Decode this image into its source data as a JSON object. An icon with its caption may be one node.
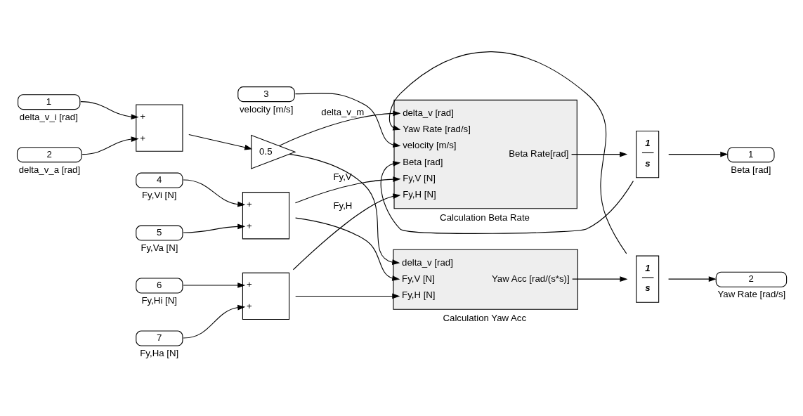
{
  "diagram": {
    "nodes": [
      {
        "text": [
          "1"
        ],
        "beside": [
          "delta_v_i [rad]"
        ]
      },
      {
        "text": [
          "2"
        ],
        "beside": [
          "delta_v_a [rad]"
        ]
      },
      {
        "text": [
          "3"
        ],
        "beside": [
          "velocity [m/s]"
        ]
      },
      {
        "text": [
          "4"
        ],
        "beside": [
          "Fy,Vi [N]"
        ]
      },
      {
        "text": [
          "5"
        ],
        "beside": [
          "Fy,Va [N]"
        ]
      },
      {
        "text": [
          "6"
        ],
        "beside": [
          "Fy,Hi [N]"
        ]
      },
      {
        "text": [
          "7"
        ],
        "beside": [
          "Fy,Ha [N]"
        ]
      },
      {
        "text": [
          "+",
          "+"
        ]
      },
      {
        "text": [
          "0.5"
        ]
      },
      {
        "text": [
          "delta_v [rad]",
          "Yaw Rate [rad/s]",
          "velocity [m/s]",
          "Beta [rad]",
          "Fy,V [N]",
          "Fy,H [N]",
          "Beta Rate[rad]"
        ],
        "beside": [
          "Calculation Beta Rate"
        ]
      },
      {
        "text": [
          "1",
          "s"
        ]
      },
      {
        "text": [
          "1"
        ],
        "beside": [
          "Beta [rad]"
        ]
      },
      {
        "text": [
          "+",
          "+"
        ]
      },
      {
        "text": [
          "delta_v [rad]",
          "Fy,V [N]",
          "Fy,H [N]",
          "Yaw Acc [rad/(s*s)]"
        ],
        "beside": [
          "Calculation Yaw Acc"
        ]
      },
      {
        "text": [
          "1",
          "s"
        ]
      },
      {
        "text": [
          "2"
        ],
        "beside": [
          "Yaw Rate [rad/s]"
        ]
      },
      {
        "text": [
          "+",
          "+"
        ]
      }
    ],
    "edges": [
      {
        "from": 0,
        "to": 7,
        "arrow": "to"
      },
      {
        "from": 1,
        "to": 7,
        "arrow": "to"
      },
      {
        "from": 7,
        "to": 8,
        "arrow": "to"
      },
      {
        "from": 8,
        "to": 9,
        "arrow": "to",
        "label": "delta_v_m"
      },
      {
        "from": 8,
        "to": 13,
        "arrow": "to"
      },
      {
        "from": 2,
        "to": 9,
        "arrow": "to"
      },
      {
        "from": 9,
        "to": 10,
        "arrow": "to"
      },
      {
        "from": 10,
        "to": 11,
        "arrow": "to"
      },
      {
        "from": 10,
        "to": 9,
        "arrow": "to"
      },
      {
        "from": 14,
        "to": 9,
        "arrow": "to"
      },
      {
        "from": 3,
        "to": 12,
        "arrow": "to"
      },
      {
        "from": 4,
        "to": 12,
        "arrow": "to"
      },
      {
        "from": 12,
        "to": 9,
        "arrow": "to",
        "label": "Fy,V"
      },
      {
        "from": 12,
        "to": 13,
        "arrow": "to"
      },
      {
        "from": 5,
        "to": 16,
        "arrow": "to"
      },
      {
        "from": 6,
        "to": 16,
        "arrow": "to"
      },
      {
        "from": 16,
        "to": 9,
        "arrow": "to",
        "label": "Fy,H"
      },
      {
        "from": 16,
        "to": 13,
        "arrow": "to"
      },
      {
        "from": 13,
        "to": 14,
        "arrow": "to"
      },
      {
        "from": 14,
        "to": 15,
        "arrow": "to"
      }
    ]
  }
}
